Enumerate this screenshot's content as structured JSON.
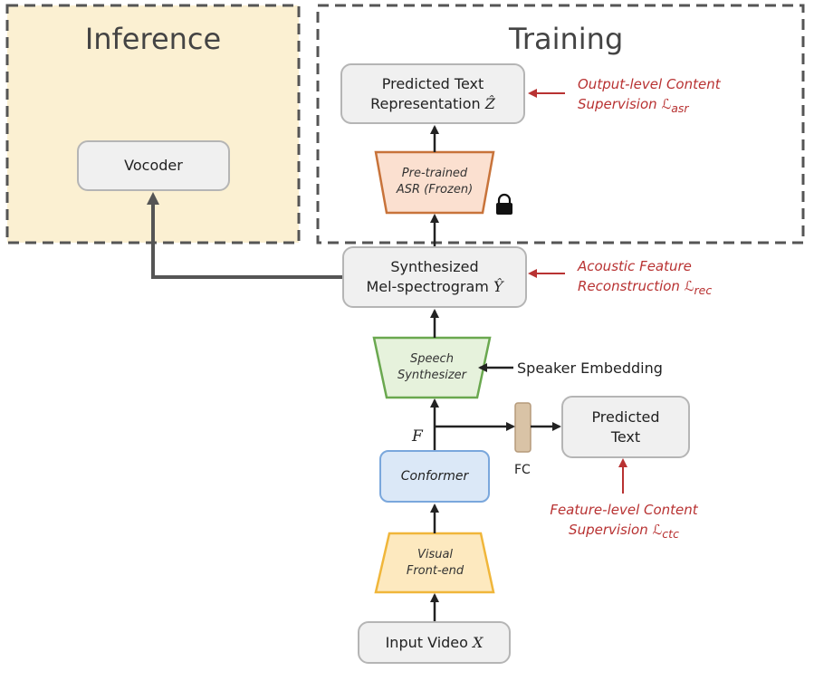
{
  "regions": {
    "inference_title": "Inference",
    "training_title": "Training"
  },
  "nodes": {
    "vocoder": "Vocoder",
    "predicted_text_rep": {
      "line1": "Predicted Text",
      "line2": "Representation",
      "symbol": "Ẑ"
    },
    "asr": {
      "line1": "Pre-trained",
      "line2": "ASR (Frozen)"
    },
    "mel": {
      "line1": "Synthesized",
      "line2": "Mel-spectrogram",
      "symbol": "Ŷ"
    },
    "speech_synth": {
      "line1": "Speech",
      "line2": "Synthesizer"
    },
    "conformer": "Conformer",
    "visual_frontend": {
      "line1": "Visual",
      "line2": "Front-end"
    },
    "input_video": {
      "text": "Input Video",
      "symbol": "X"
    },
    "predicted_text": {
      "line1": "Predicted",
      "line2": "Text"
    },
    "fc_label": "FC",
    "feature_label": "F",
    "speaker_embedding": "Speaker Embedding"
  },
  "notes": {
    "asr_loss": {
      "line1": "Output-level Content",
      "line2": "Supervision",
      "symbol": "ℒ",
      "sub": "asr"
    },
    "rec_loss": {
      "line1": "Acoustic Feature",
      "line2": "Reconstruction",
      "symbol": "ℒ",
      "sub": "rec"
    },
    "ctc_loss": {
      "line1": "Feature-level Content",
      "line2": "Supervision",
      "symbol": "ℒ",
      "sub": "ctc"
    }
  },
  "colors": {
    "inference_fill": "#fbf0d2",
    "region_border": "#555555",
    "box_fill": "#f0f0f0",
    "asr_fill": "#fbe0d0",
    "asr_border": "#c8733a",
    "synth_fill": "#e6f2dc",
    "synth_border": "#6aa84f",
    "conformer_fill": "#dbe8f7",
    "conformer_border": "#7aa7dc",
    "frontend_fill": "#fde9bf",
    "frontend_border": "#f0b63a",
    "fc_fill": "#d9c3a6",
    "fc_border": "#b59a7a",
    "note_red": "#b83232",
    "arrow": "#222222"
  }
}
